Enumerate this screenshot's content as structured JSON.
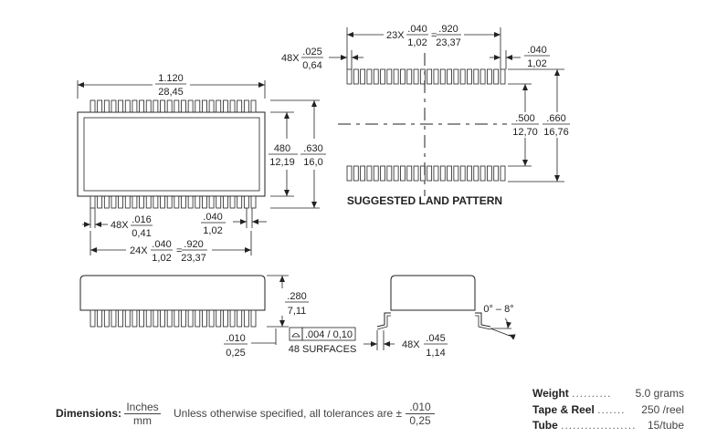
{
  "top_view": {
    "length_in": "1.120",
    "length_mm": "28,45",
    "width_in": "480",
    "width_mm": "12,19",
    "span_in": ".630",
    "span_mm": "16,0",
    "lead_width_label": "48X",
    "lead_width_in": ".016",
    "lead_width_mm": "0,41",
    "end_in": ".040",
    "end_mm": "1,02",
    "pitch_label": "24X",
    "pitch_in": ".040",
    "pitch_mm": "1,02",
    "pitch_total_in": ".920",
    "pitch_total_mm": "23,37",
    "equals": "="
  },
  "land_pattern": {
    "title": "SUGGESTED LAND PATTERN",
    "pad_label": "48X",
    "pad_in": ".025",
    "pad_mm": "0,64",
    "pitch_label": "23X",
    "pitch_in": ".040",
    "pitch_mm": "1,02",
    "pitch_total_in": ".920",
    "pitch_total_mm": "23,37",
    "end_in": ".040",
    "end_mm": "1,02",
    "inner_in": ".500",
    "inner_mm": "12,70",
    "outer_in": ".660",
    "outer_mm": "16,76",
    "equals": "="
  },
  "side_view": {
    "height_in": ".280",
    "height_mm": "7,11",
    "standoff_in": ".010",
    "standoff_mm": "0,25",
    "flatness": ".004 / 0,10",
    "surfaces": "48 SURFACES"
  },
  "end_view": {
    "lead_label": "48X",
    "lead_in": ".045",
    "lead_mm": "1,14",
    "angle": "0° – 8°"
  },
  "footer": {
    "dimensions_label": "Dimensions:",
    "unit_top": "Inches",
    "unit_bottom": "mm",
    "tolerance_text": "Unless otherwise specified, all tolerances are ±",
    "tol_in": ".010",
    "tol_mm": "0,25"
  },
  "specs": [
    {
      "key": "Weight",
      "dots": "..........",
      "value": "5.0 grams"
    },
    {
      "key": "Tape & Reel",
      "dots": ".......",
      "value": "250 /reel"
    },
    {
      "key": "Tube",
      "dots": "...................",
      "value": "15/tube"
    }
  ]
}
